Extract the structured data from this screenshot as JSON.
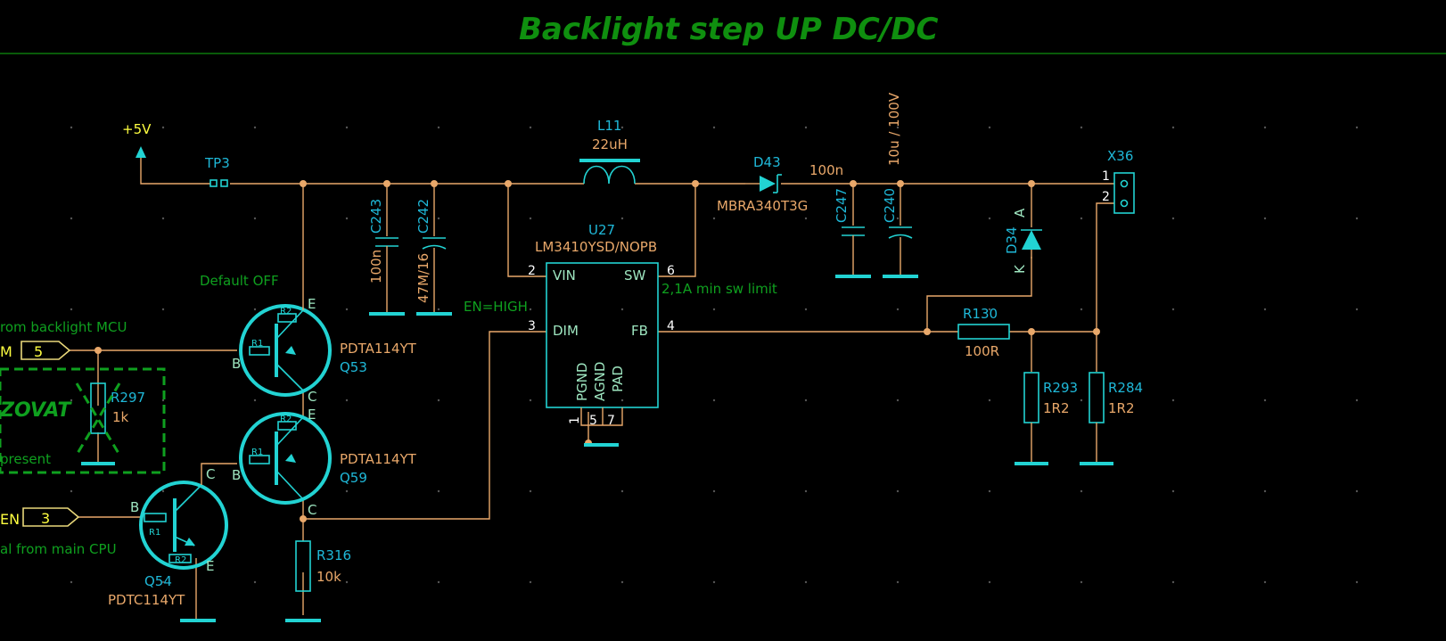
{
  "title": "Backlight step UP DC/DC",
  "power": {
    "rail": "+5V"
  },
  "testpoint": "TP3",
  "inductor": {
    "ref": "L11",
    "value": "22uH"
  },
  "diode_main": {
    "ref": "D43",
    "value": "MBRA340T3G"
  },
  "cap_c247": {
    "ref": "C247",
    "value": "100n"
  },
  "cap_c240": {
    "ref": "C240",
    "value": "10u / 100V"
  },
  "cap_c243": {
    "ref": "C243",
    "value": "100n"
  },
  "cap_c242": {
    "ref": "C242",
    "value": "47M/16"
  },
  "connector": {
    "ref": "X36",
    "pin1": "1",
    "pin2": "2"
  },
  "zener": {
    "ref": "D34",
    "anode": "A",
    "cathode": "K"
  },
  "ic": {
    "ref": "U27",
    "part": "LM3410YSD/NOPB",
    "pins": {
      "vin": {
        "num": "2",
        "name": "VIN"
      },
      "sw": {
        "num": "6",
        "name": "SW"
      },
      "dim": {
        "num": "3",
        "name": "DIM"
      },
      "fb": {
        "num": "4",
        "name": "FB"
      },
      "pgnd": {
        "num": "1",
        "name": "PGND"
      },
      "agnd": {
        "num": "5",
        "name": "AGND"
      },
      "pad": {
        "num": "7",
        "name": "PAD"
      }
    }
  },
  "notes": {
    "sw_limit": "2,1A min sw limit",
    "en_high": "EN=HIGH",
    "default_off": "Default OFF",
    "from_mcu": "rom backlight MCU",
    "from_cpu": "al from main CPU",
    "zovat": "ZOVAT",
    "present": "present"
  },
  "r130": {
    "ref": "R130",
    "value": "100R"
  },
  "r293": {
    "ref": "R293",
    "value": "1R2"
  },
  "r284": {
    "ref": "R284",
    "value": "1R2"
  },
  "r297": {
    "ref": "R297",
    "value": "1k"
  },
  "r316": {
    "ref": "R316",
    "value": "10k"
  },
  "q53": {
    "ref": "Q53",
    "value": "PDTA114YT"
  },
  "q59": {
    "ref": "Q59",
    "value": "PDTA114YT"
  },
  "q54": {
    "ref": "Q54",
    "value": "PDTC114YT"
  },
  "transistor_pins": {
    "b": "B",
    "c": "C",
    "e": "E",
    "r1": "R1",
    "r2": "R2"
  },
  "net_pwm": {
    "prefix": "M",
    "pin": "5"
  },
  "net_en": {
    "prefix": "EN",
    "pin": "3"
  }
}
